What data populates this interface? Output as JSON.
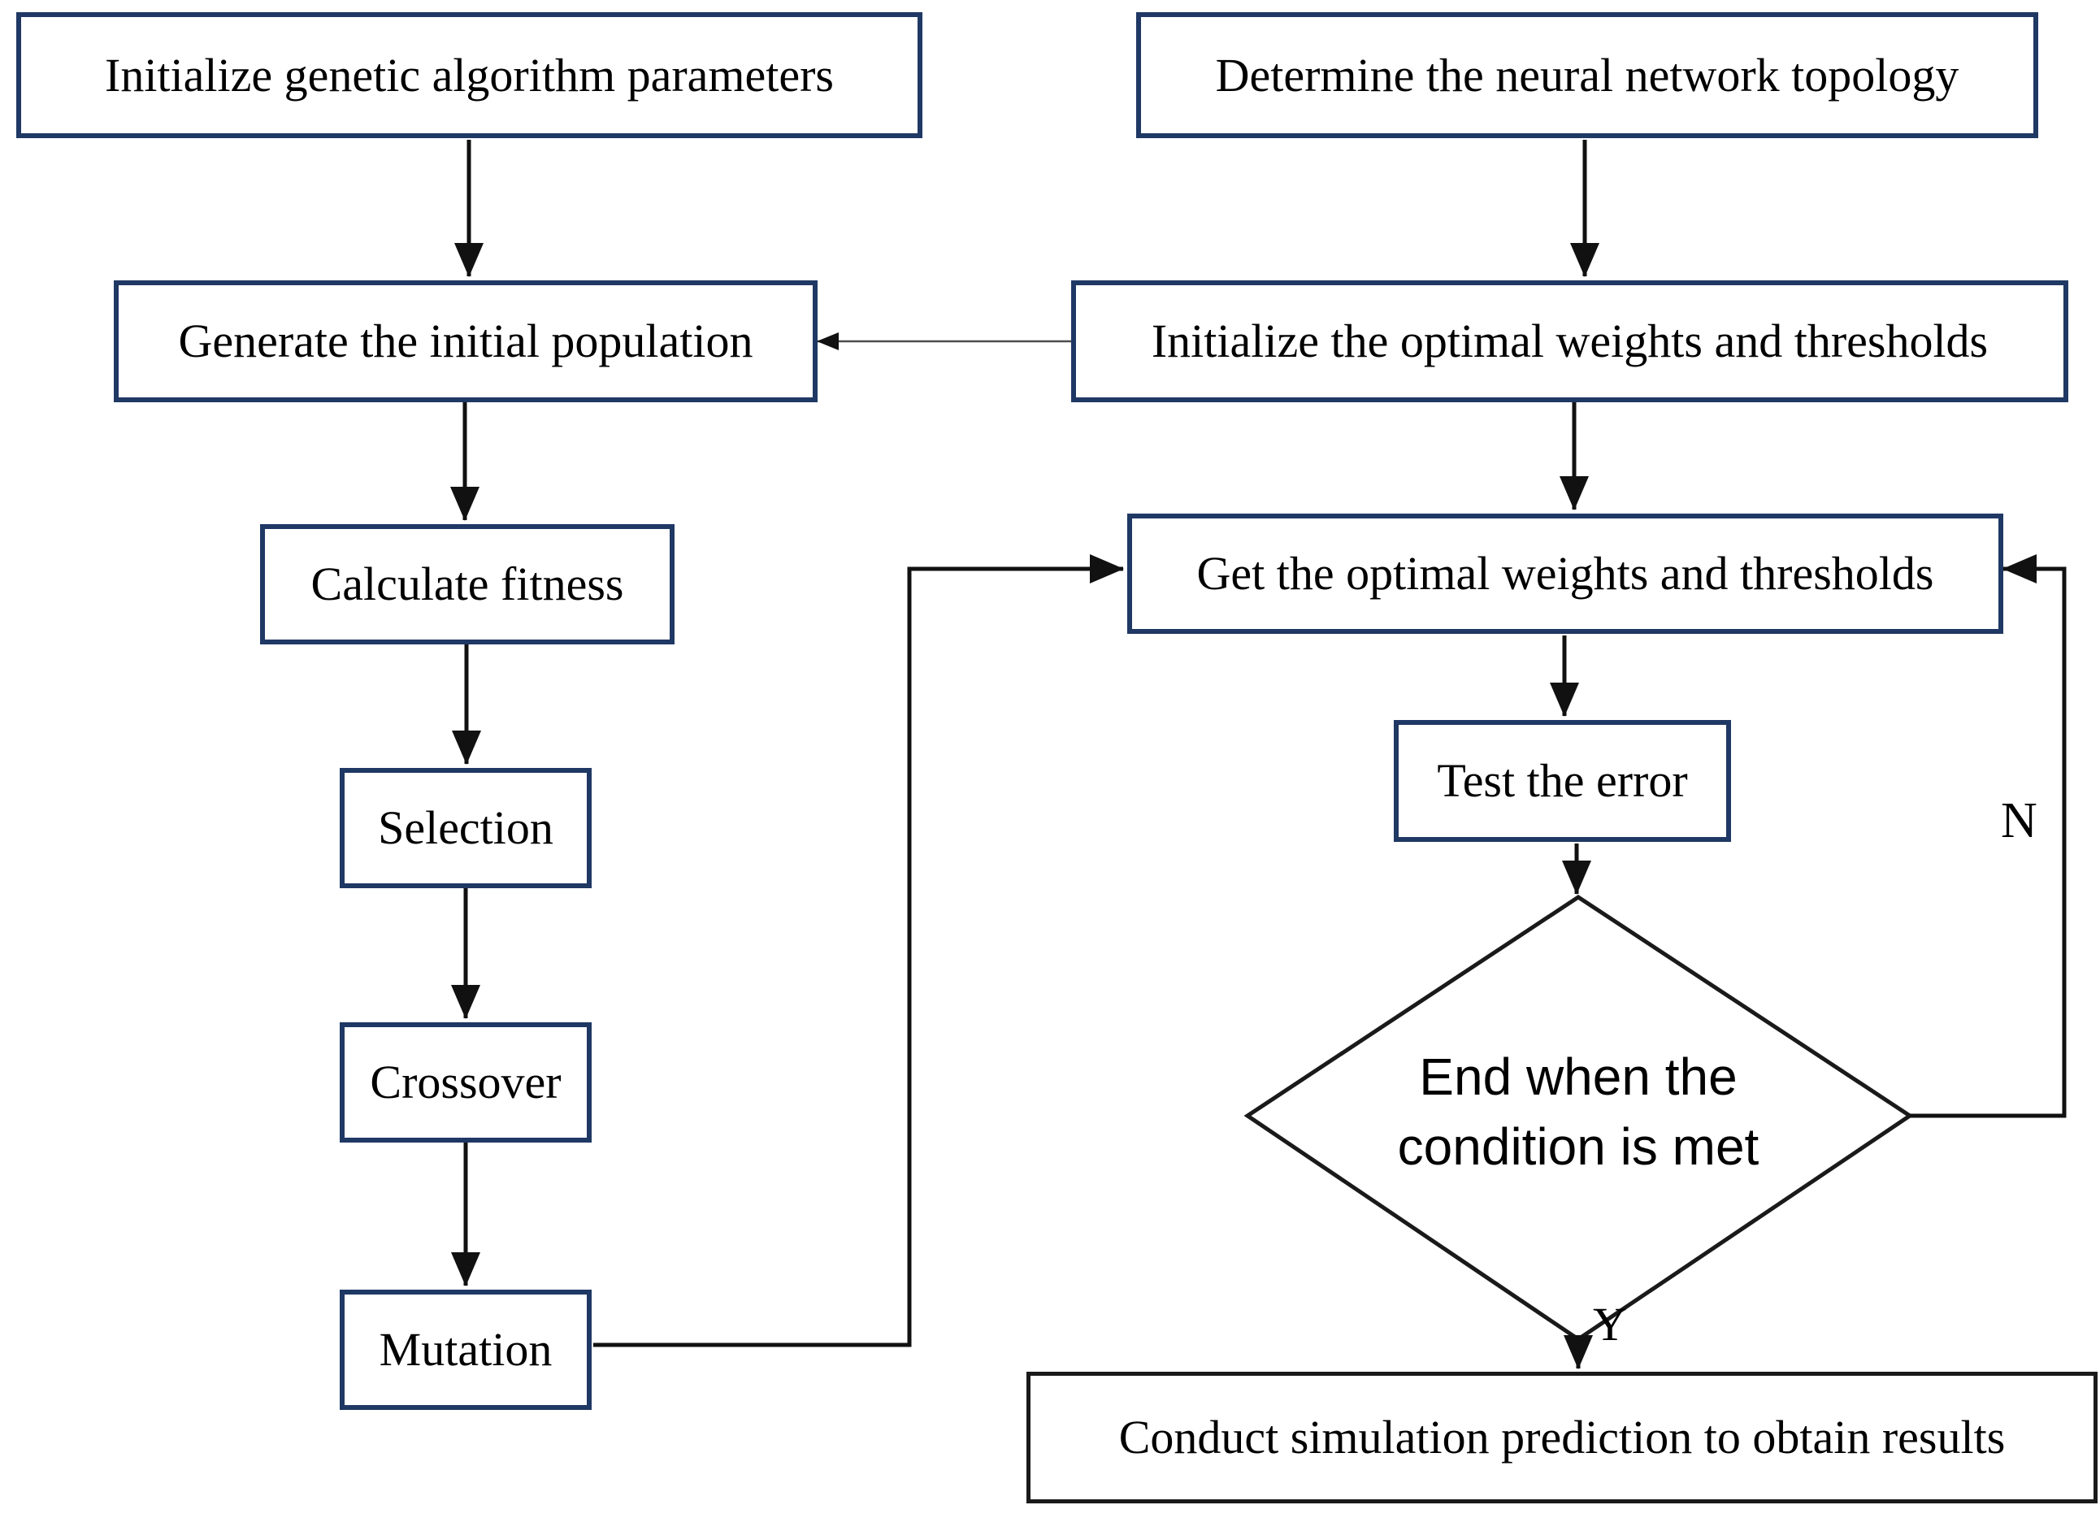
{
  "diagram": {
    "type": "flowchart",
    "nodes": {
      "init_ga": {
        "label": "Initialize genetic algorithm parameters"
      },
      "topology": {
        "label": "Determine the neural network topology"
      },
      "population": {
        "label": "Generate the initial population"
      },
      "init_weights": {
        "label": "Initialize the optimal weights and thresholds"
      },
      "fitness": {
        "label": "Calculate fitness"
      },
      "get_weights": {
        "label": "Get the optimal weights and thresholds"
      },
      "selection": {
        "label": "Selection"
      },
      "test_error": {
        "label": "Test the error"
      },
      "crossover": {
        "label": "Crossover"
      },
      "decision": {
        "label": "End when the condition is met"
      },
      "mutation": {
        "label": "Mutation"
      },
      "results": {
        "label": "Conduct simulation prediction to obtain results"
      }
    },
    "edge_labels": {
      "no": "N",
      "yes": "Y"
    },
    "colors": {
      "box_border": "#1f3864",
      "black_border": "#1a1a1a",
      "line_color": "#111111",
      "thin_line_color": "#4d4d4d",
      "text_color": "#000000",
      "background": "#ffffff"
    }
  }
}
